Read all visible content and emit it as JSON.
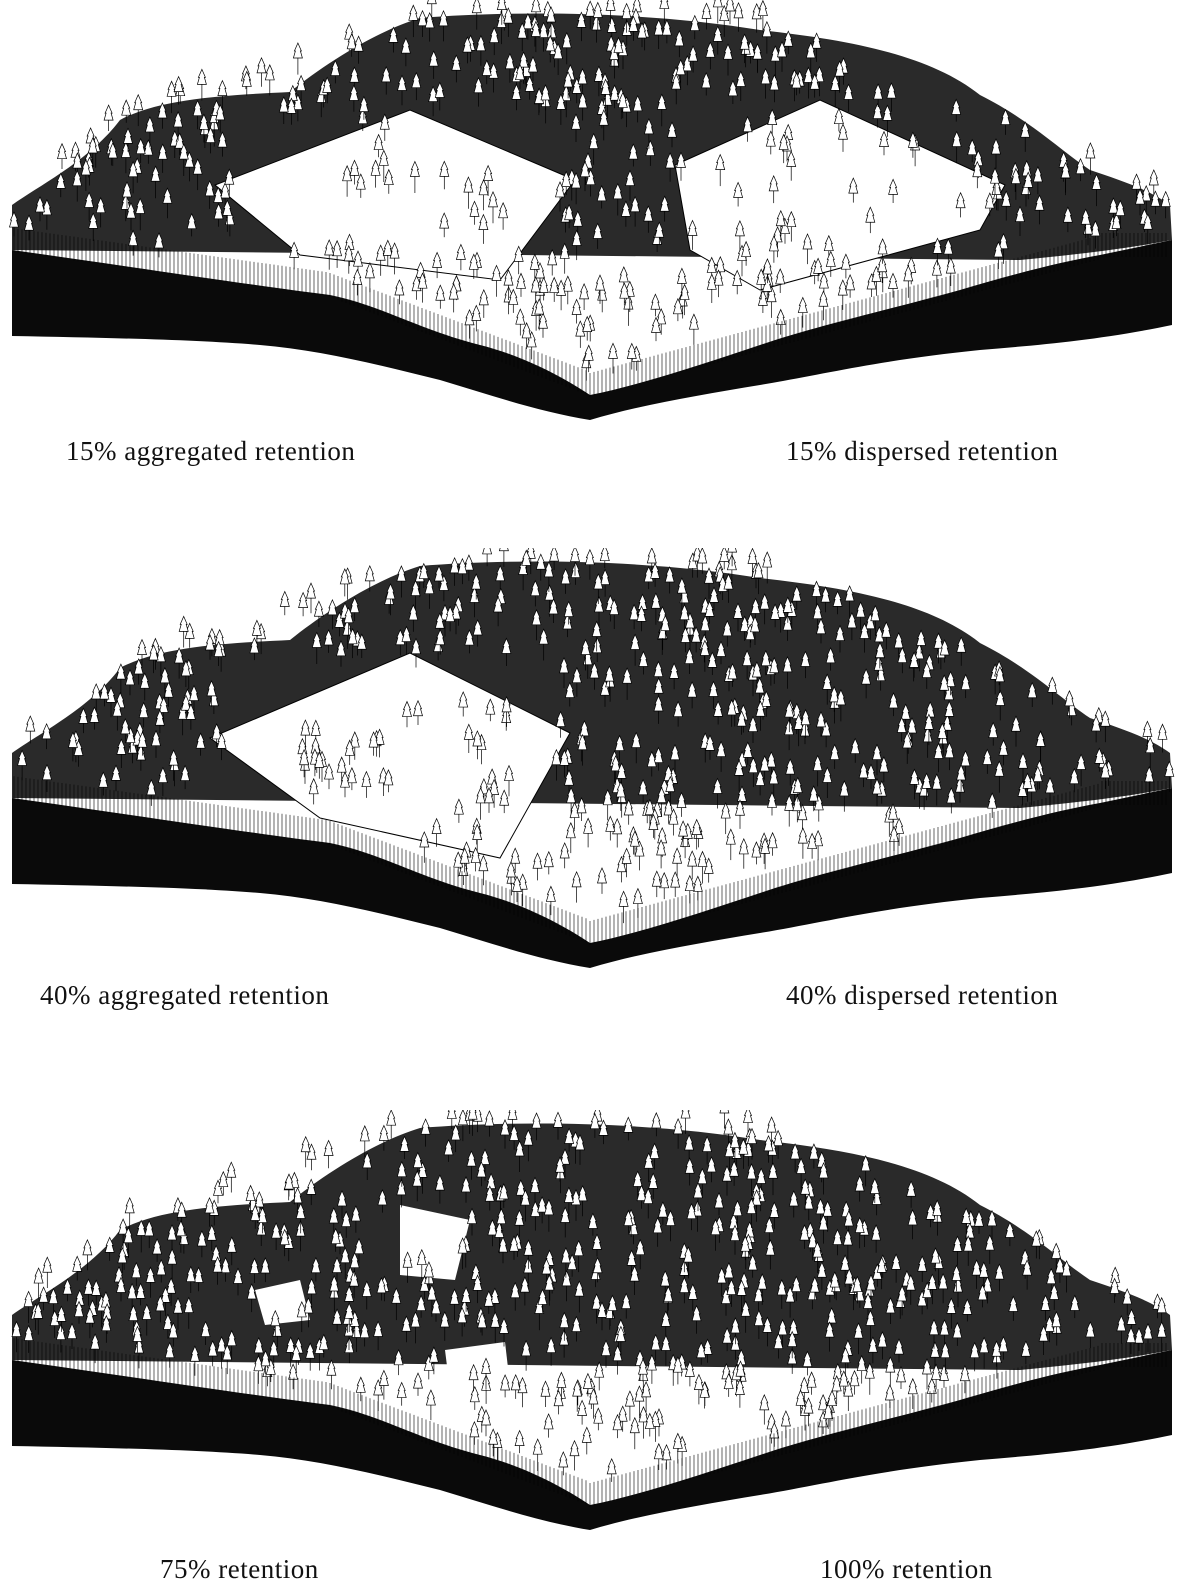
{
  "panels": [
    {
      "left_label": "15% aggregated retention",
      "right_label": "15% dispersed retention",
      "left_style": "aggregated",
      "right_style": "dispersed",
      "retention_left": 0.15,
      "retention_right": 0.15
    },
    {
      "left_label": "40% aggregated retention",
      "right_label": "40% dispersed retention",
      "left_style": "aggregated",
      "right_style": "dispersed",
      "retention_left": 0.4,
      "retention_right": 0.4
    },
    {
      "left_label": "75% retention",
      "right_label": "100% retention",
      "left_style": "aggregated",
      "right_style": "full",
      "retention_left": 0.75,
      "retention_right": 1.0
    }
  ],
  "colors": {
    "ground": "#0a0a0a",
    "forest": "#2a2a2a",
    "tree_stroke": "#000000",
    "background": "#ffffff"
  }
}
